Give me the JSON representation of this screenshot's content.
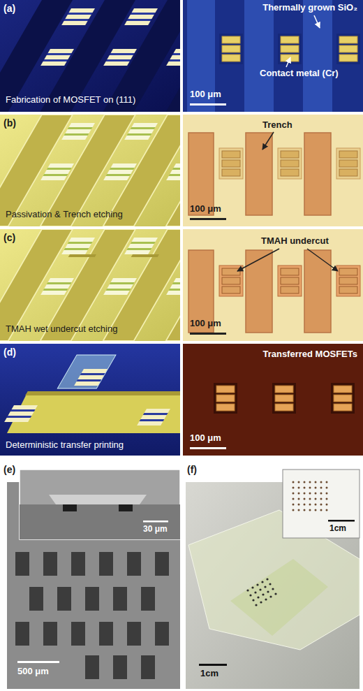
{
  "diagram": {
    "labels": [
      "(a)",
      "Fabrication of MOSFET on (111)",
      "Thermally grown SiO₂",
      "Contact metal (Cr)",
      "100 μm",
      "(b)",
      "Passivation & Trench etching",
      "Trench",
      "100 μm",
      "(c)",
      "TMAH wet undercut etching",
      "TMAH undercut",
      "100 μm",
      "(d)",
      "Deterministic transfer printing",
      "Transferred MOSFETs",
      "100 μm",
      "(e)",
      "30 μm",
      "500 μm",
      "(f)",
      "1cm",
      "1cm"
    ]
  }
}
